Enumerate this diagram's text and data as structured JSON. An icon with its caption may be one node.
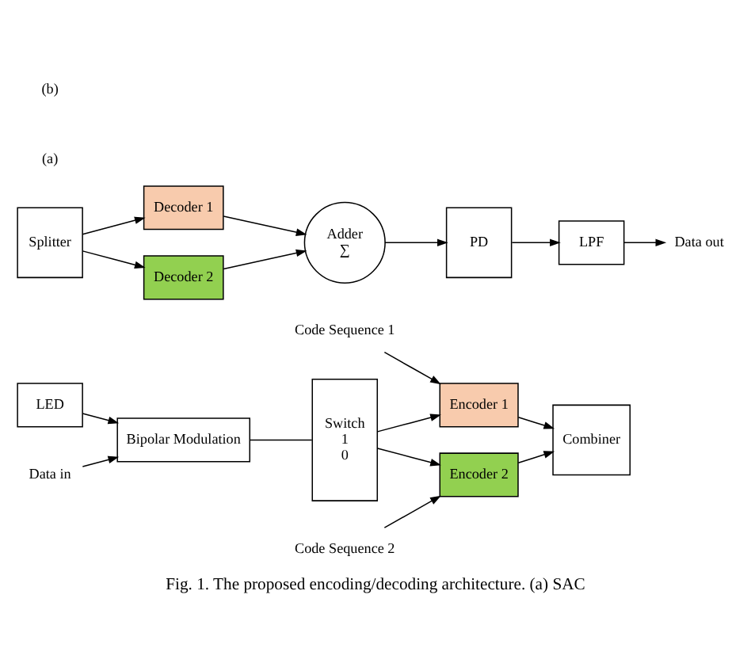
{
  "diagram": {
    "caption": "Fig. 1. The proposed encoding/decoding architecture. (a) SAC",
    "nodes": [
      {
        "text": [
          "LED"
        ]
      },
      {
        "text": [
          "Bipolar Modulation"
        ]
      },
      {
        "text": [
          "Data in"
        ]
      },
      {
        "text": [
          "Switch",
          "1",
          "0"
        ]
      },
      {
        "text": [
          "Code Sequence 1"
        ]
      },
      {
        "text": [
          "Encoder 1"
        ]
      },
      {
        "text": [
          "Encoder 2"
        ]
      },
      {
        "text": [
          "Code Sequence 2"
        ]
      },
      {
        "text": [
          "Combiner"
        ]
      },
      {
        "text": [
          "Splitter"
        ]
      },
      {
        "text": [
          "Decoder 1"
        ]
      },
      {
        "text": [
          "Decoder 2"
        ]
      },
      {
        "text": [
          "Adder",
          "∑"
        ]
      },
      {
        "text": [
          "PD"
        ]
      },
      {
        "text": [
          "LPF"
        ]
      },
      {
        "text": [
          "Data out"
        ]
      }
    ],
    "edges": [
      {
        "from": 0,
        "to": 1,
        "arrow": "to"
      },
      {
        "from": 2,
        "to": 1,
        "arrow": "to"
      },
      {
        "from": 1,
        "to": 3,
        "arrow": "none"
      },
      {
        "from": 3,
        "to": 5,
        "arrow": "to"
      },
      {
        "from": 3,
        "to": 6,
        "arrow": "to"
      },
      {
        "from": 4,
        "to": 5,
        "arrow": "to"
      },
      {
        "from": 7,
        "to": 6,
        "arrow": "to"
      },
      {
        "from": 5,
        "to": 8,
        "arrow": "to"
      },
      {
        "from": 6,
        "to": 8,
        "arrow": "to"
      },
      {
        "from": 9,
        "to": 10,
        "arrow": "to"
      },
      {
        "from": 9,
        "to": 11,
        "arrow": "to"
      },
      {
        "from": 10,
        "to": 12,
        "arrow": "to"
      },
      {
        "from": 11,
        "to": 12,
        "arrow": "to"
      },
      {
        "from": 12,
        "to": 13,
        "arrow": "to"
      },
      {
        "from": 13,
        "to": 14,
        "arrow": "to"
      },
      {
        "from": 14,
        "to": 15,
        "arrow": "to"
      }
    ],
    "labels": [
      "(a)",
      "(b)"
    ]
  }
}
